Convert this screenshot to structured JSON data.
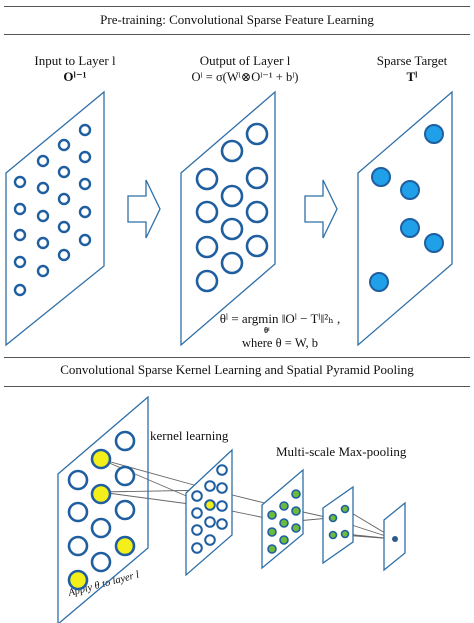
{
  "top": {
    "title": "Pre-training: Convolutional Sparse Feature Learning",
    "input": {
      "line1": "Input to Layer l",
      "line2": "Oˡ⁻¹"
    },
    "output": {
      "line1": "Output of Layer l",
      "line2": "Oˡ = σ(Wˡ⊗Oˡ⁻¹ + bˡ)"
    },
    "target": {
      "line1": "Sparse Target",
      "line2": "Tˡ"
    },
    "objective": "θˡ = argmin ‖Oˡ − Tˡ‖²ₕ ,",
    "objective_sub": "θˡ",
    "where": "where θ = W, b"
  },
  "bottom": {
    "title": "Convolutional Sparse Kernel Learning and Spatial Pyramid Pooling",
    "kernel_label": "kernel learning",
    "pooling_label": "Multi-scale Max-pooling",
    "apply_label": "Apply θ to layer l"
  },
  "colors": {
    "frame": "#2e6fa8",
    "circle": "#1f5fa0",
    "target_fill": "#1fa0e8",
    "yellow": "#f4ee1a",
    "green": "#6dbb3c",
    "dot": "#2a5b8a",
    "line": "#666666"
  }
}
